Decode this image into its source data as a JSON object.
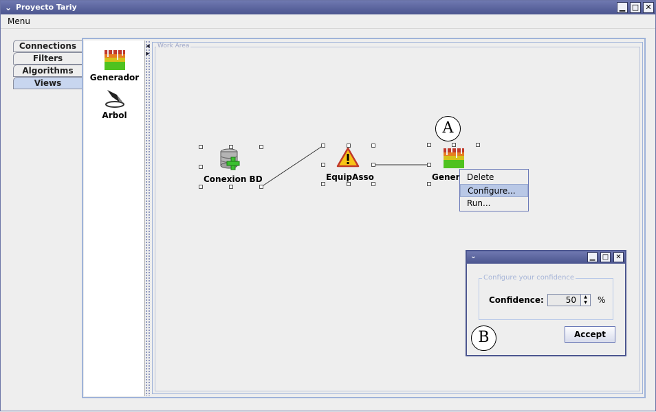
{
  "window": {
    "title": "Proyecto Tariy",
    "menu": "Menu"
  },
  "tabs": [
    {
      "label": "Connections",
      "active": false
    },
    {
      "label": "Filters",
      "active": false
    },
    {
      "label": "Algorithms",
      "active": false
    },
    {
      "label": "Views",
      "active": true
    }
  ],
  "palette": {
    "items": [
      {
        "label": "Generador",
        "icon": "equalizer-icon"
      },
      {
        "label": "Arbol",
        "icon": "pen-nib-icon"
      }
    ]
  },
  "work_area": {
    "legend": "Work Area"
  },
  "nodes": [
    {
      "label": "Conexion BD",
      "icon": "database-add-icon"
    },
    {
      "label": "EquipAsso",
      "icon": "warning-icon"
    },
    {
      "label": "Genera",
      "icon": "equalizer-icon"
    }
  ],
  "context_menu": {
    "items": [
      "Delete",
      "Configure...",
      "Run..."
    ],
    "selected": "Configure..."
  },
  "dialog": {
    "group_title": "Configure your confidence",
    "confidence_label": "Confidence:",
    "confidence_value": "50",
    "percent": "%",
    "accept_label": "Accept"
  },
  "annotations": {
    "a": "A",
    "b": "B"
  },
  "colors": {
    "titlebar": "#4b558f",
    "selected_tab": "#c8d6ef",
    "menu_selection": "#b9c8e6"
  }
}
